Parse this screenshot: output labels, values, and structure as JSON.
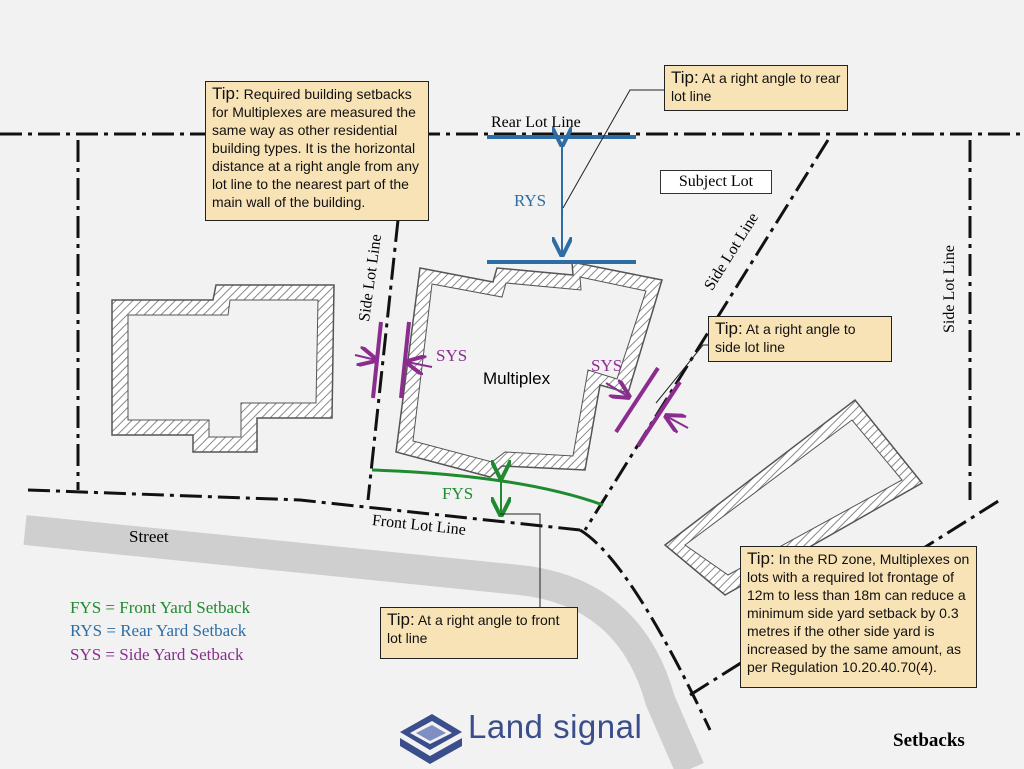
{
  "labels": {
    "rear_lot_line": "Rear Lot Line",
    "side_lot_line_left": "Side Lot Line",
    "side_lot_line_mid": "Side Lot Line",
    "side_lot_line_right": "Side Lot Line",
    "front_lot_line": "Front Lot Line",
    "street": "Street",
    "subject_lot": "Subject Lot",
    "multiplex": "Multiplex",
    "rys": "RYS",
    "sys_left": "SYS",
    "sys_right": "SYS",
    "fys": "FYS",
    "setbacks": "Setbacks"
  },
  "tips": {
    "main": {
      "head": "Tip:",
      "body": "Required building setbacks for Multiplexes are measured the same way as other residential building types. It is the horizontal distance at a right angle from any lot line to the nearest part of the main wall of the building."
    },
    "rear": {
      "head": "Tip:",
      "body": "At a right angle to rear lot line"
    },
    "side": {
      "head": "Tip:",
      "body": "At a right angle to side lot line"
    },
    "front": {
      "head": "Tip:",
      "body": "At a right angle to front lot line"
    },
    "rd_zone": {
      "head": "Tip:",
      "body": "In the RD zone, Multiplexes on lots with a required lot frontage of 12m to less than 18m can reduce a minimum side yard setback by 0.3 metres if the other side yard is increased by the same amount, as per Regulation 10.20.40.70(4)."
    }
  },
  "legend": [
    {
      "text": "FYS = Front Yard Setback",
      "color": "#1f8a2e"
    },
    {
      "text": "RYS = Rear Yard Setback",
      "color": "#2e6da4"
    },
    {
      "text": "SYS = Side Yard Setback",
      "color": "#8a2d8f"
    }
  ],
  "logo": {
    "text": "Land signal",
    "icon": "land-signal-logo-icon"
  },
  "colors": {
    "fys": "#1f8a2e",
    "rys": "#2e6da4",
    "sys": "#8a2d8f",
    "tip_bg": "#f8e3b6",
    "street": "#cfcfcf"
  }
}
